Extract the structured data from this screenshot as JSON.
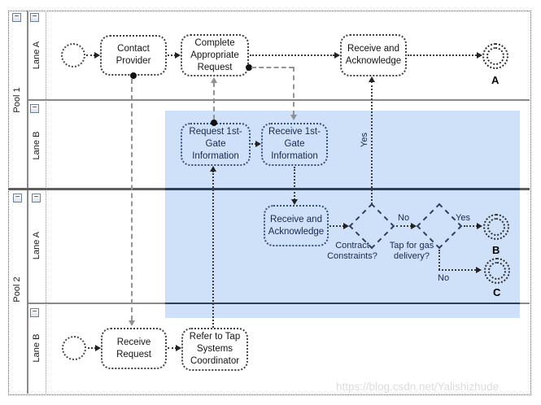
{
  "pools": [
    {
      "label": "Pool 1",
      "lanes": [
        {
          "label": "Lane A"
        },
        {
          "label": "Lane B"
        }
      ]
    },
    {
      "label": "Pool 2",
      "lanes": [
        {
          "label": "Lane A"
        },
        {
          "label": "Lane B"
        }
      ]
    }
  ],
  "tasks": {
    "contact_provider": "Contact Provider",
    "complete_appropriate_request": "Complete Appropriate Request",
    "receive_and_acknowledge_top": "Receive and Acknowledge",
    "request_first_gate_information": "Request 1st-Gate Information",
    "receive_first_gate_information": "Receive 1st-Gate Information",
    "receive_and_acknowledge_bottom": "Receive and Acknowledge",
    "receive_request": "Receive Request",
    "refer_to_tap_systems_coordinator": "Refer to Tap Systems Coordinator"
  },
  "gateways": {
    "contract_constraints": "Contract Constraints?",
    "tap_for_gas_delivery": "Tap for gas delivery?"
  },
  "end_events": {
    "a": "A",
    "b": "B",
    "c": "C"
  },
  "flow_labels": {
    "yes_to_receive_acknowledge": "Yes",
    "no_to_tap_gateway": "No",
    "yes_to_b": "Yes",
    "no_to_c": "No"
  },
  "icons": {
    "collapse": "−"
  },
  "watermark": "https://blog.csdn.net/Yalishizhude",
  "colors": {
    "highlight_region": "#cfe1f9",
    "highlight_text": "#17294e",
    "lane_line": "#8a8a8a",
    "pool_divider_dark": "#2e3f5c",
    "flow_line": "#3d3d3d",
    "message_line": "#949494",
    "watermark": "#dcdcdc"
  }
}
